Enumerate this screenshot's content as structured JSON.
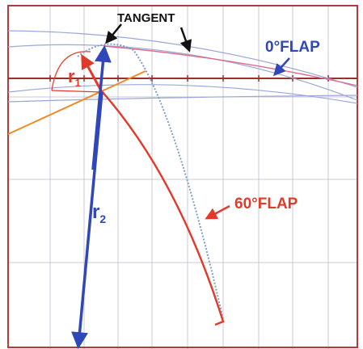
{
  "labels": {
    "tangent": "TANGENT",
    "flap0": "0°FLAP",
    "flap60": "60°FLAP",
    "r1_letter": "r",
    "r1_sub": "1",
    "r2_letter": "r",
    "r2_sub": "2"
  },
  "colors": {
    "frame": "#b23a3a",
    "grid": "#c9c9d4",
    "arc": "#9aa8d8",
    "blue_vector": "#2f47b8",
    "red_vector": "#e23a2a",
    "orange_line": "#f08a24",
    "dotted_curve": "#7f9fc8",
    "label_blue": "#2f47b8",
    "label_red": "#e23a2a",
    "label_black": "#111111"
  }
}
